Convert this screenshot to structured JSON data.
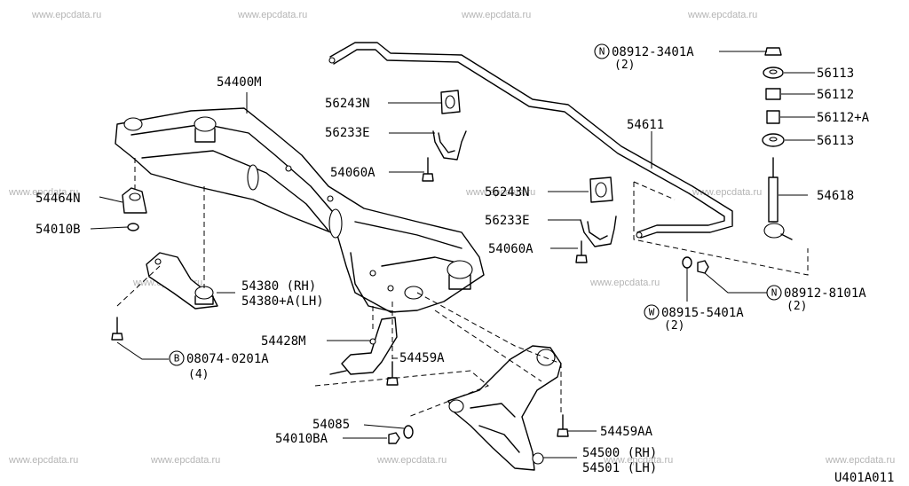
{
  "watermark": "www.epcdata.ru",
  "labels": {
    "l54400M": "54400M",
    "l56243N_1": "56243N",
    "l56233E_1": "56233E",
    "l54060A_1": "54060A",
    "l54464N": "54464N",
    "l54010B": "54010B",
    "l54380": "54380  (RH)",
    "l54380A": "54380+A(LH)",
    "l08074": "08074-0201A",
    "l08074q": "(4)",
    "l54428M": "54428M",
    "l54459A": "54459A",
    "l54085": "54085",
    "l54010BA": "54010BA",
    "l56243N_2": "56243N",
    "l56233E_2": "56233E",
    "l54060A_2": "54060A",
    "l54611": "54611",
    "l08912_3401A": "08912-3401A",
    "l08912_3401Aq": "(2)",
    "l56113_1": "56113",
    "l56112": "56112",
    "l56112A": "56112+A",
    "l56113_2": "56113",
    "l54618": "54618",
    "l08912_8101A": "08912-8101A",
    "l08912_8101Aq": "(2)",
    "l08915": "08915-5401A",
    "l08915q": "(2)",
    "l54459AA": "54459AA",
    "l54500": "54500 (RH)",
    "l54501": "54501 (LH)",
    "diagram_code": "U401A011"
  },
  "prefixes": {
    "N1": "N",
    "N2": "N",
    "B": "B",
    "W": "W"
  }
}
